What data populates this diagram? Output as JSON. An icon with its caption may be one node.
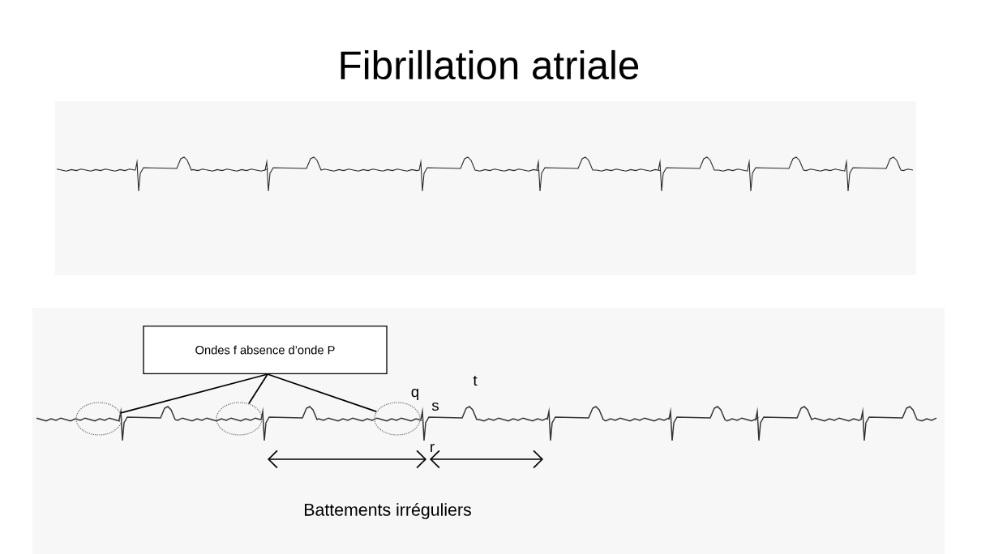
{
  "diagram": {
    "title": "Fibrillation atriale",
    "nodes": [
      {
        "text": [
          "Ondes f absence d’onde P"
        ]
      },
      {
        "text": [],
        "shape": "circle"
      },
      {
        "text": [],
        "shape": "circle"
      },
      {
        "text": [],
        "shape": "circle"
      }
    ],
    "edges": [
      {
        "from": 0,
        "to": 1,
        "arrow": "none"
      },
      {
        "from": 0,
        "to": 2,
        "arrow": "none"
      },
      {
        "from": 0,
        "to": 3,
        "arrow": "none"
      }
    ],
    "labels": [
      "q",
      "s",
      "t",
      "r",
      "Battements irréguliers"
    ]
  }
}
